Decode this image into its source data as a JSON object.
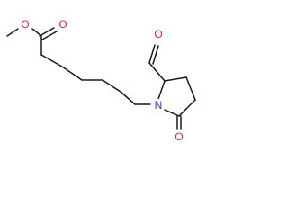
{
  "molecule": {
    "atom_labels": {
      "ester_carbonyl_oxygen": "O",
      "ester_ether_oxygen": "O",
      "aldehyde_oxygen": "O",
      "ring_nitrogen": "N",
      "lactam_oxygen": "O"
    },
    "colors": {
      "bond": "#1a1a1a",
      "oxygen": "#e4252e",
      "nitrogen": "#2a3bd6",
      "background": "#ffffff"
    }
  }
}
